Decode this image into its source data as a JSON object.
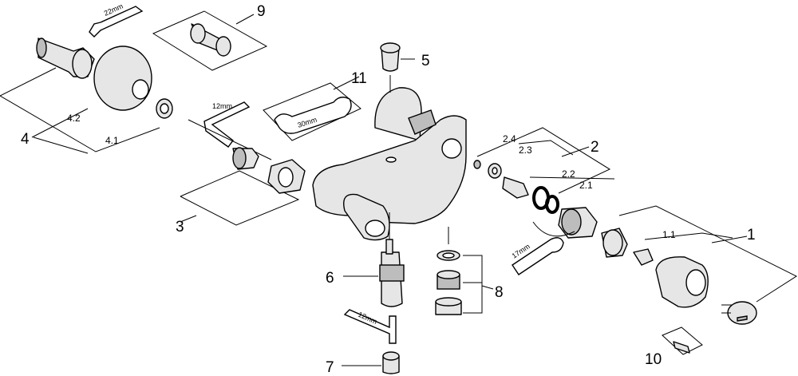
{
  "labels": {
    "l1": "1",
    "l1_1": "1.1",
    "l2": "2",
    "l2_1": "2.1",
    "l2_2": "2.2",
    "l2_3": "2.3",
    "l2_4": "2.4",
    "l3": "3",
    "l4": "4",
    "l4_1": "4.1",
    "l4_2": "4.2",
    "l5": "5",
    "l6": "6",
    "l7": "7",
    "l8": "8",
    "l9": "9",
    "l10": "10",
    "l11": "11"
  },
  "tools": {
    "wrench_22": "22mm",
    "hex_key_top": "12mm",
    "wrench_30": "30mm",
    "wrench_17": "17mm",
    "hex_key_bottom": "12mm"
  }
}
